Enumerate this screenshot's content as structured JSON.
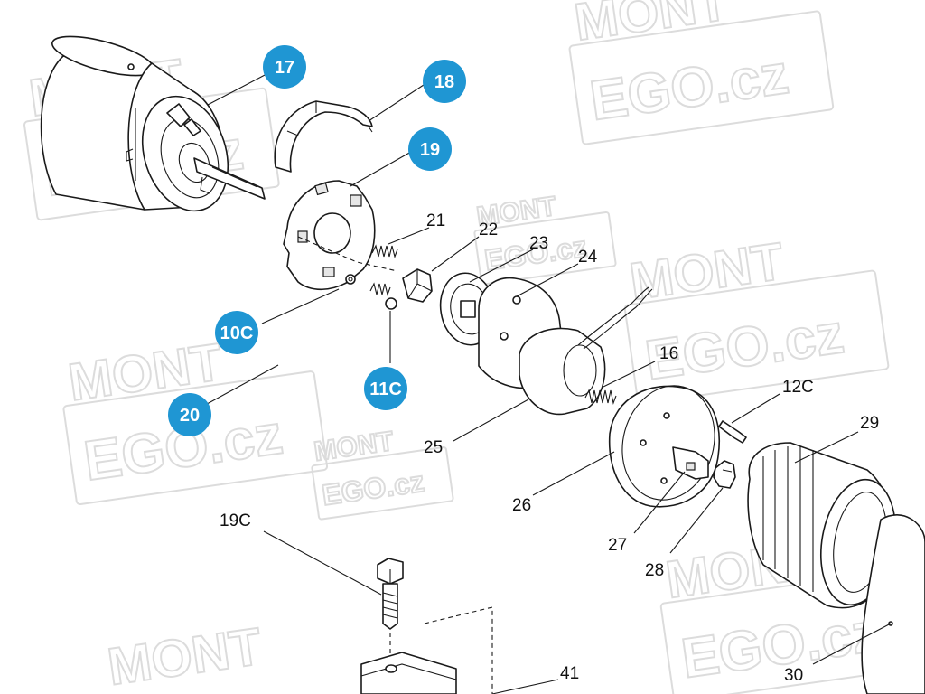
{
  "diagram": {
    "brand_color": "#1f96d3",
    "watermark": {
      "line1": "MONT",
      "line2": "EGO.cz"
    },
    "badges": [
      {
        "id": "17",
        "text": "17"
      },
      {
        "id": "18",
        "text": "18"
      },
      {
        "id": "19",
        "text": "19"
      },
      {
        "id": "10c",
        "text": "10C"
      },
      {
        "id": "11c",
        "text": "11C"
      },
      {
        "id": "20",
        "text": "20"
      }
    ],
    "labels": [
      {
        "id": "21",
        "text": "21"
      },
      {
        "id": "22",
        "text": "22"
      },
      {
        "id": "23",
        "text": "23"
      },
      {
        "id": "24",
        "text": "24"
      },
      {
        "id": "16",
        "text": "16"
      },
      {
        "id": "12c",
        "text": "12C"
      },
      {
        "id": "29",
        "text": "29"
      },
      {
        "id": "25",
        "text": "25"
      },
      {
        "id": "26",
        "text": "26"
      },
      {
        "id": "27",
        "text": "27"
      },
      {
        "id": "28",
        "text": "28"
      },
      {
        "id": "19c",
        "text": "19C"
      },
      {
        "id": "30",
        "text": "30"
      },
      {
        "id": "41",
        "text": "41"
      }
    ]
  }
}
